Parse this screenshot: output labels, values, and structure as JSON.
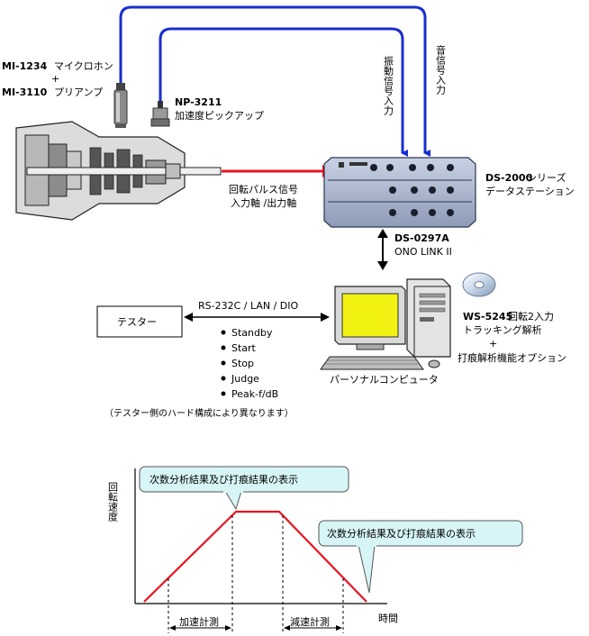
{
  "mic_line1_bold": "MI-1234",
  "mic_line1_rest": "マイクロホン",
  "mic_plus": "+",
  "mic_line2_bold": "MI-3110",
  "mic_line2_rest": "プリアンプ",
  "accel_model": "NP-3211",
  "accel_name": "加速度ピックアップ",
  "vib_input_label": "振動信号入力",
  "sound_input_label": "音信号入力",
  "rotation_label_line1": "回転パルス信号",
  "rotation_label_line2": "入力軸 /出力軸",
  "ds_model": "DS-2000",
  "ds_series": "シリーズ",
  "ds_subtitle": "データステーション",
  "link_model": "DS-0297A",
  "link_name": "ONO LINK II",
  "ws_model": "WS-5245",
  "ws_line1_rest": "回転2入力",
  "ws_line2": "トラッキング解析",
  "ws_plus": "+",
  "ws_line3": "打痕解析機能オプション",
  "tester_label": "テスター",
  "comm_label": "RS-232C / LAN / DIO",
  "signals": [
    "Standby",
    "Start",
    "Stop",
    "Judge",
    "Peak-f/dB"
  ],
  "pc_label": "パーソナルコンピュータ",
  "tester_note": "（テスター側のハード構成により異なります）",
  "graph": {
    "ylabel": "回転速度",
    "xlabel": "時間",
    "callout_top": "次数分析結果及び打痕結果の表示",
    "callout_right": "次数分析結果及び打痕結果の表示",
    "accel_span": "加速計測",
    "decel_span": "減速計測"
  },
  "colors": {
    "cable_blue": "#1a2ecf",
    "red_line": "#e8141e",
    "callout_fill": "#d7f5f7"
  }
}
